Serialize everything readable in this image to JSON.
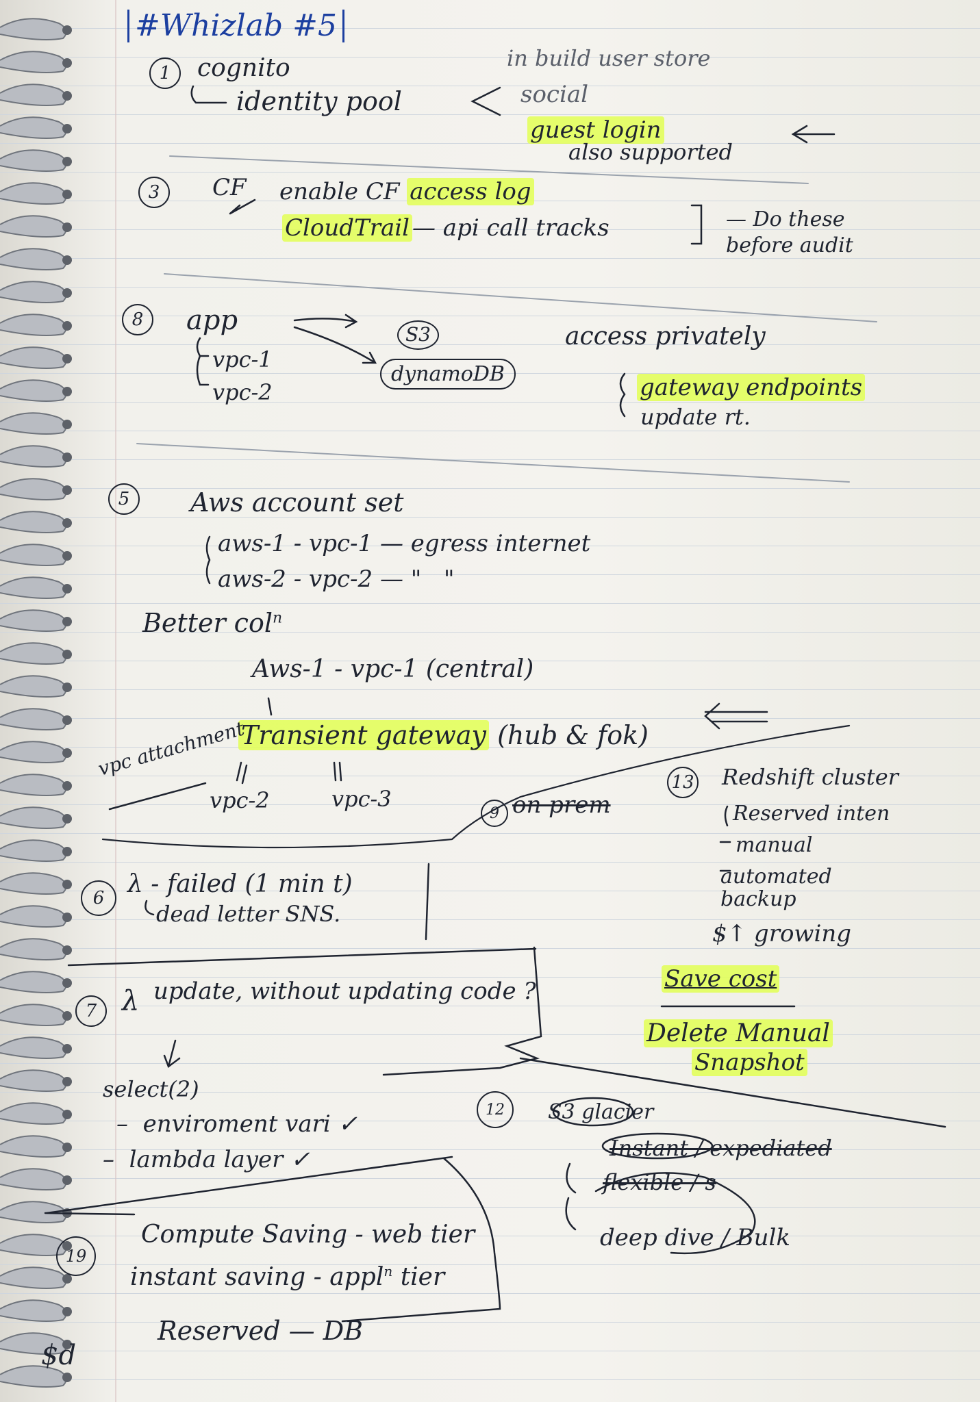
{
  "title": "#Whizlab #5",
  "q1": {
    "number": "1",
    "topic": "cognito",
    "sub": "identity pool",
    "options": [
      "in build user store",
      "social",
      "guest login",
      "also supported"
    ]
  },
  "q3": {
    "number": "3",
    "topic": "CF",
    "line1": "enable CF",
    "line1_hl": "access log",
    "line2_hl": "CloudTrail",
    "line2": "— api call tracks",
    "note": "— Do these before audit"
  },
  "q8": {
    "number": "8",
    "app": "app",
    "vpcs": [
      "vpc-1",
      "vpc-2"
    ],
    "targets": [
      "S3",
      "dynamoDB"
    ],
    "access": "access privately",
    "hl": "gateway endpoints",
    "rt": "update rt."
  },
  "q5": {
    "number": "5",
    "title": "Aws account set",
    "line1": "aws-1 - vpc-1 — egress internet",
    "line2": "aws-2 - vpc-2 — \"   \"",
    "better": "Better col",
    "better_sup": "n",
    "central": "Aws-1 - vpc-1 (central)",
    "tg_hl": "Transient gateway",
    "tg_rest": "(hub & fok)",
    "attach": "vpc attachment",
    "vpc2": "vpc-2",
    "vpc3": "vpc-3"
  },
  "q9": {
    "number": "9",
    "struck": "on prem"
  },
  "q13": {
    "number": "13",
    "title": "Redshift cluster",
    "items": [
      "Reserved inten",
      "manual",
      "automated backup"
    ],
    "growing": "$↑ growing",
    "save_hl": "Save cost",
    "delete_hl": "Delete Manual",
    "snapshot_hl": "Snapshot"
  },
  "q6": {
    "number": "6",
    "line1": "λ - failed (1 min t)",
    "line2": "dead letter SNS."
  },
  "q7": {
    "number": "7",
    "line1": "λ",
    "line2": "update, without updating code ?",
    "select": "select(2)",
    "opt1": "enviroment vari ✓",
    "opt2": "lambda layer ✓"
  },
  "q12": {
    "number": "12",
    "title": "S3 glacier",
    "l1": "Instant / expediated",
    "l2": "flexible / s",
    "l3": "deep dive / Bulk"
  },
  "q19": {
    "number": "19",
    "l1": "Compute Saving - web tier",
    "l2": "instant saving - appl",
    "l2_sup": "n",
    "l2_tail": "tier",
    "l3": "Reserved — DB",
    "margin": "$d"
  }
}
